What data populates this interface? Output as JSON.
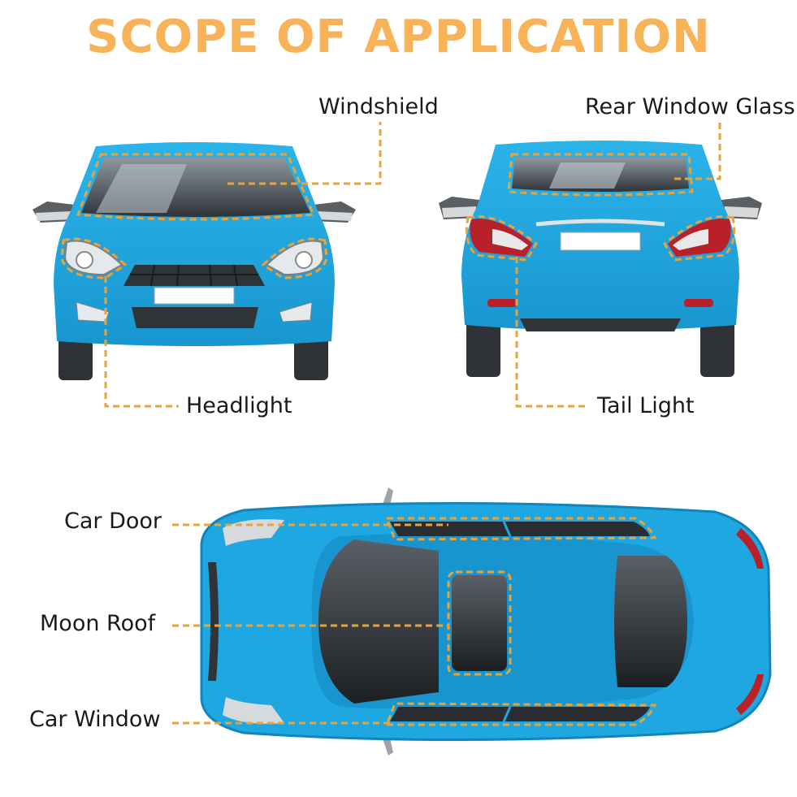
{
  "title": "SCOPE OF APPLICATION",
  "labels": {
    "windshield": "Windshield",
    "rear_window_glass": "Rear Window Glass",
    "headlight": "Headlight",
    "tail_light": "Tail Light",
    "car_door": "Car Door",
    "moon_roof": "Moon Roof",
    "car_window": "Car Window"
  },
  "colors": {
    "title": "#f8b257",
    "car_body": "#1ea7e0",
    "car_body_dark": "#1589bd",
    "glass": "#3a3f44",
    "dashed_line": "#e8a33a",
    "tire": "#2f3236",
    "tail_red": "#b8202a"
  }
}
